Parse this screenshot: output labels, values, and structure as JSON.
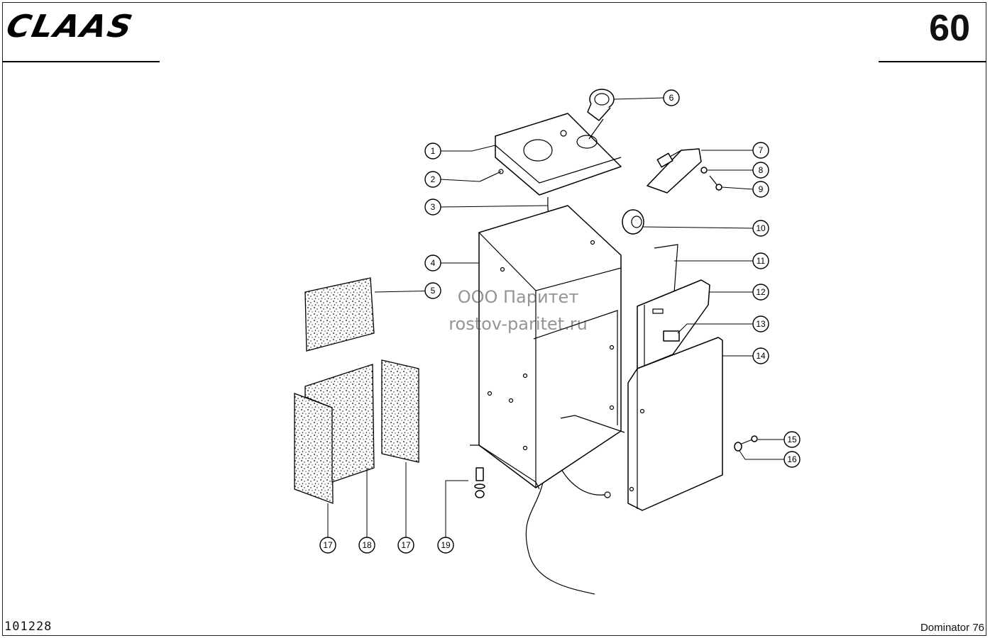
{
  "header": {
    "brand": "CLAAS",
    "page_number": "60"
  },
  "footer": {
    "document_number": "101228",
    "model": "Dominator 76"
  },
  "watermark": {
    "line1": "ООО Паритет",
    "line2": "rostov-paritet.ru"
  },
  "callouts": [
    "1",
    "2",
    "3",
    "4",
    "5",
    "6",
    "7",
    "8",
    "9",
    "10",
    "11",
    "12",
    "13",
    "14",
    "15",
    "16",
    "17",
    "18",
    "17",
    "19"
  ]
}
